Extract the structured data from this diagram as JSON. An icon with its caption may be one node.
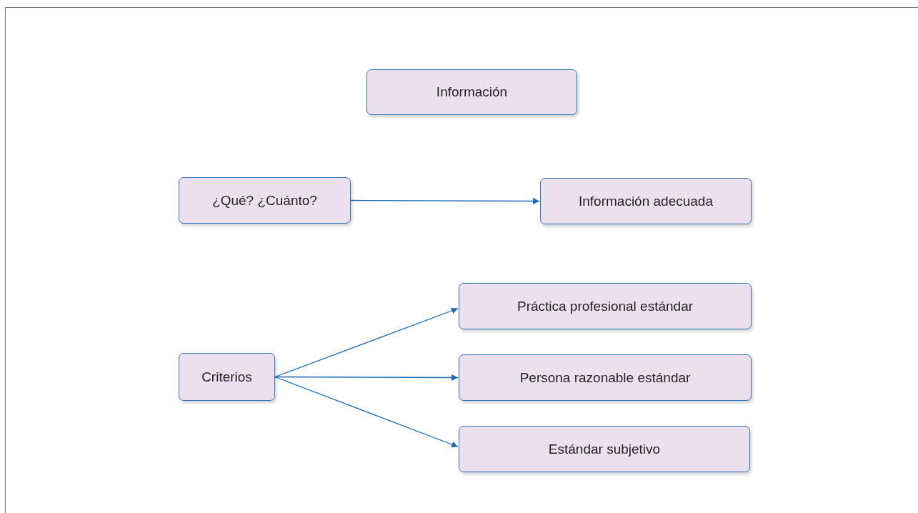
{
  "diagram": {
    "nodes": [
      {
        "text": [
          "Información"
        ]
      },
      {
        "text": [
          "¿Qué? ¿Cuánto?"
        ]
      },
      {
        "text": [
          "Información adecuada"
        ]
      },
      {
        "text": [
          "Criterios"
        ]
      },
      {
        "text": [
          "Práctica profesional estándar"
        ]
      },
      {
        "text": [
          "Persona razonable estándar"
        ]
      },
      {
        "text": [
          "Estándar subjetivo"
        ]
      }
    ],
    "edges": [
      {
        "from": 1,
        "to": 2,
        "arrow": "to"
      },
      {
        "from": 3,
        "to": 4,
        "arrow": "to"
      },
      {
        "from": 3,
        "to": 5,
        "arrow": "to"
      },
      {
        "from": 3,
        "to": 6,
        "arrow": "to"
      }
    ]
  }
}
